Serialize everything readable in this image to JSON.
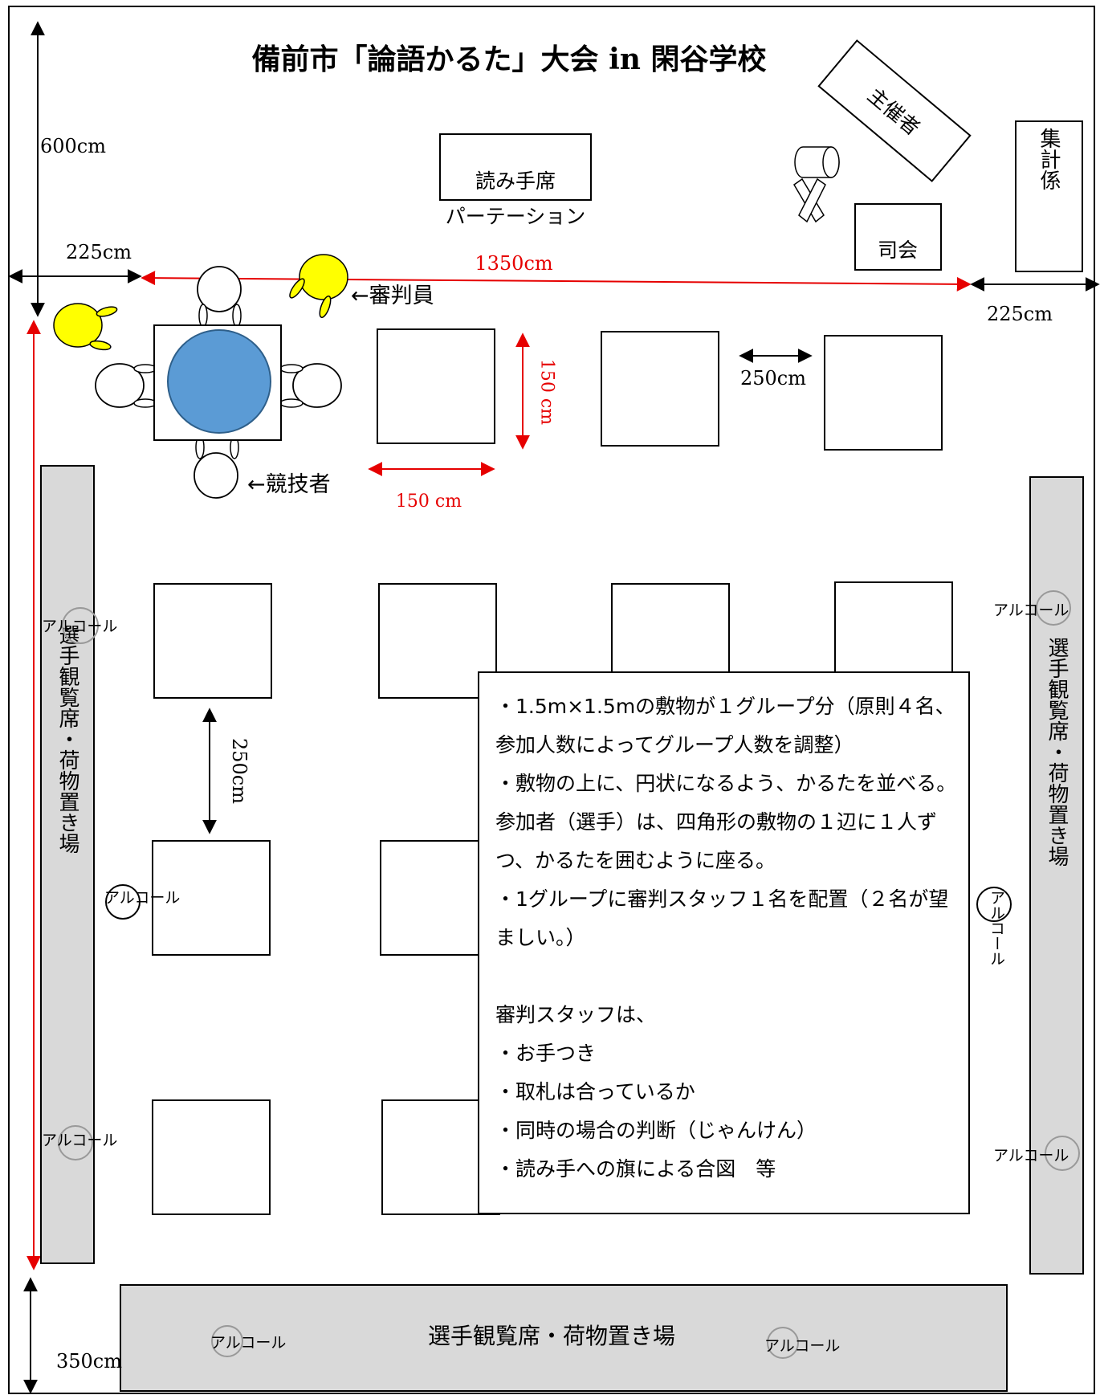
{
  "title": "備前市「論語かるた」大会 in 閑谷学校",
  "areas": {
    "reader_seat": "読み手席",
    "partition": "パーテーション",
    "organizer": "主催者",
    "tally": "集計係",
    "mc": "司会",
    "left_spectator": "選手観覧席・荷物置き場",
    "right_spectator": "選手観覧席・荷物置き場",
    "bottom_spectator": "選手観覧席・荷物置き場"
  },
  "labels": {
    "referee": "←審判員",
    "competitor": "←競技者",
    "alcohol": "アルコール"
  },
  "dimensions": {
    "left_height": "600cm",
    "left_margin": "225cm",
    "row_width": "1350cm",
    "right_margin": "225cm",
    "mat_height": "150 cm",
    "mat_width": "150 cm",
    "mat_gap_h": "250cm",
    "mat_gap_v": "250cm",
    "bottom_depth": "350cm"
  },
  "notes": [
    "・1.5m×1.5mの敷物が１グループ分（原則４名、参加人数によってグループ人数を調整）",
    "・敷物の上に、円状になるよう、かるたを並べる。参加者（選手）は、四角形の敷物の１辺に１人ずつ、かるたを囲むように座る。",
    "・1グループに審判スタッフ１名を配置（２名が望ましい。）",
    "",
    "審判スタッフは、",
    "・お手つき",
    "・取札は合っているか",
    "・同時の場合の判断（じゃんけん）",
    "・読み手への旗による合図　等"
  ],
  "colors": {
    "dimension_red": "#e60000",
    "spectator_fill": "#d9d9d9",
    "card_circle": "#5b9bd5",
    "referee_yellow": "#ffff00"
  }
}
